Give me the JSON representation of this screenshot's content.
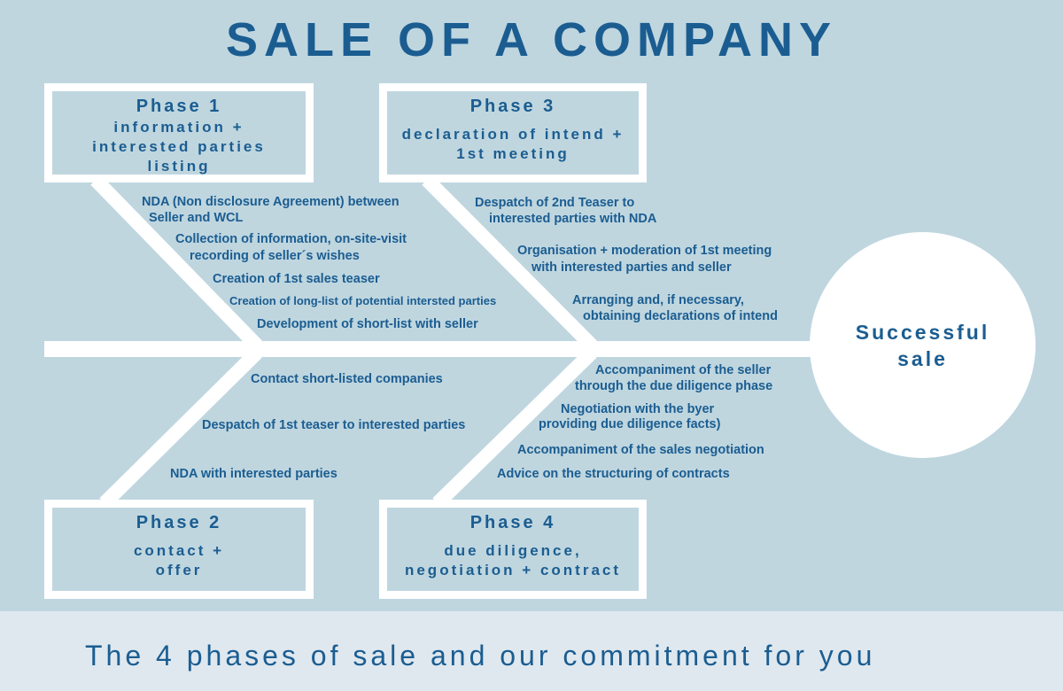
{
  "title": "SALE OF A COMPANY",
  "phases": [
    {
      "phase": "Phase 1",
      "description": "information + interested parties listing"
    },
    {
      "phase": "Phase 2",
      "description": "contact + offer"
    },
    {
      "phase": "Phase 3",
      "description": "declaration of intend + 1st meeting"
    },
    {
      "phase": "Phase 4",
      "description": "due diligence, negotiation + contract"
    }
  ],
  "phase1_items": [
    "NDA (Non disclosure Agreement) between",
    "Seller and WCL",
    "Collection of information, on-site-visit",
    "recording of seller´s wishes",
    "Creation of 1st sales teaser",
    "Creation of long-list of potential intersted parties",
    "Development of short-list with seller"
  ],
  "phase2_items": [
    "Contact short-listed companies",
    "Despatch of 1st teaser to interested parties",
    "NDA with interested parties"
  ],
  "phase3_items": [
    "Despatch of 2nd Teaser to",
    "interested parties with NDA",
    "Organisation + moderation of 1st meeting",
    "with interested parties and seller",
    "Arranging and, if necessary,",
    "obtaining declarations of intend"
  ],
  "phase4_items": [
    "Accompaniment of the seller",
    "through the due diligence phase",
    "Negotiation with the byer",
    "providing due diligence facts)",
    "Accompaniment of the sales negotiation",
    "Advice on the structuring of contracts"
  ],
  "goal": "Successful sale",
  "footer": "The 4 phases of sale and our commitment for you"
}
